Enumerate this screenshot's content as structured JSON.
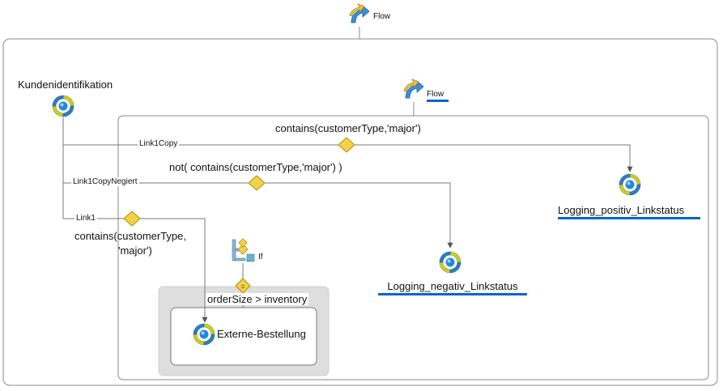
{
  "colors": {
    "container_border": "#8a8a8a",
    "link_line": "#7a7a7a",
    "transition_diamond": "#f2d24a",
    "diamond_border": "#b58e00",
    "selection_underline": "#0066cc",
    "scope_fill": "#dedede",
    "activity_ring": "#2a7fbf",
    "activity_ball": "#1f8ad9",
    "activity_arrow": "#c8cf2a"
  },
  "outer_flow": {
    "label": "Flow",
    "icon": "flow-icon"
  },
  "inner_flow": {
    "label": "Flow",
    "icon": "flow-icon"
  },
  "activities": {
    "kundenidentifikation": "Kundenidentifikation",
    "logging_positiv": "Logging_positiv_Linkstatus",
    "logging_negativ": "Logging_negativ_Linkstatus",
    "externe_bestellung": "Externe-Bestellung"
  },
  "links": {
    "link1copy": "Link1Copy",
    "link1copynegiert": "Link1CopyNegiert",
    "link1": "Link1"
  },
  "conditions": {
    "link1copy": "contains(customerType,'major')",
    "link1copynegiert": "not( contains(customerType,'major') )",
    "link1_line1": "contains(customerType,",
    "link1_line2": "'major')"
  },
  "if_block": {
    "label": "If",
    "condition": "orderSize > inventory",
    "operator": "="
  }
}
